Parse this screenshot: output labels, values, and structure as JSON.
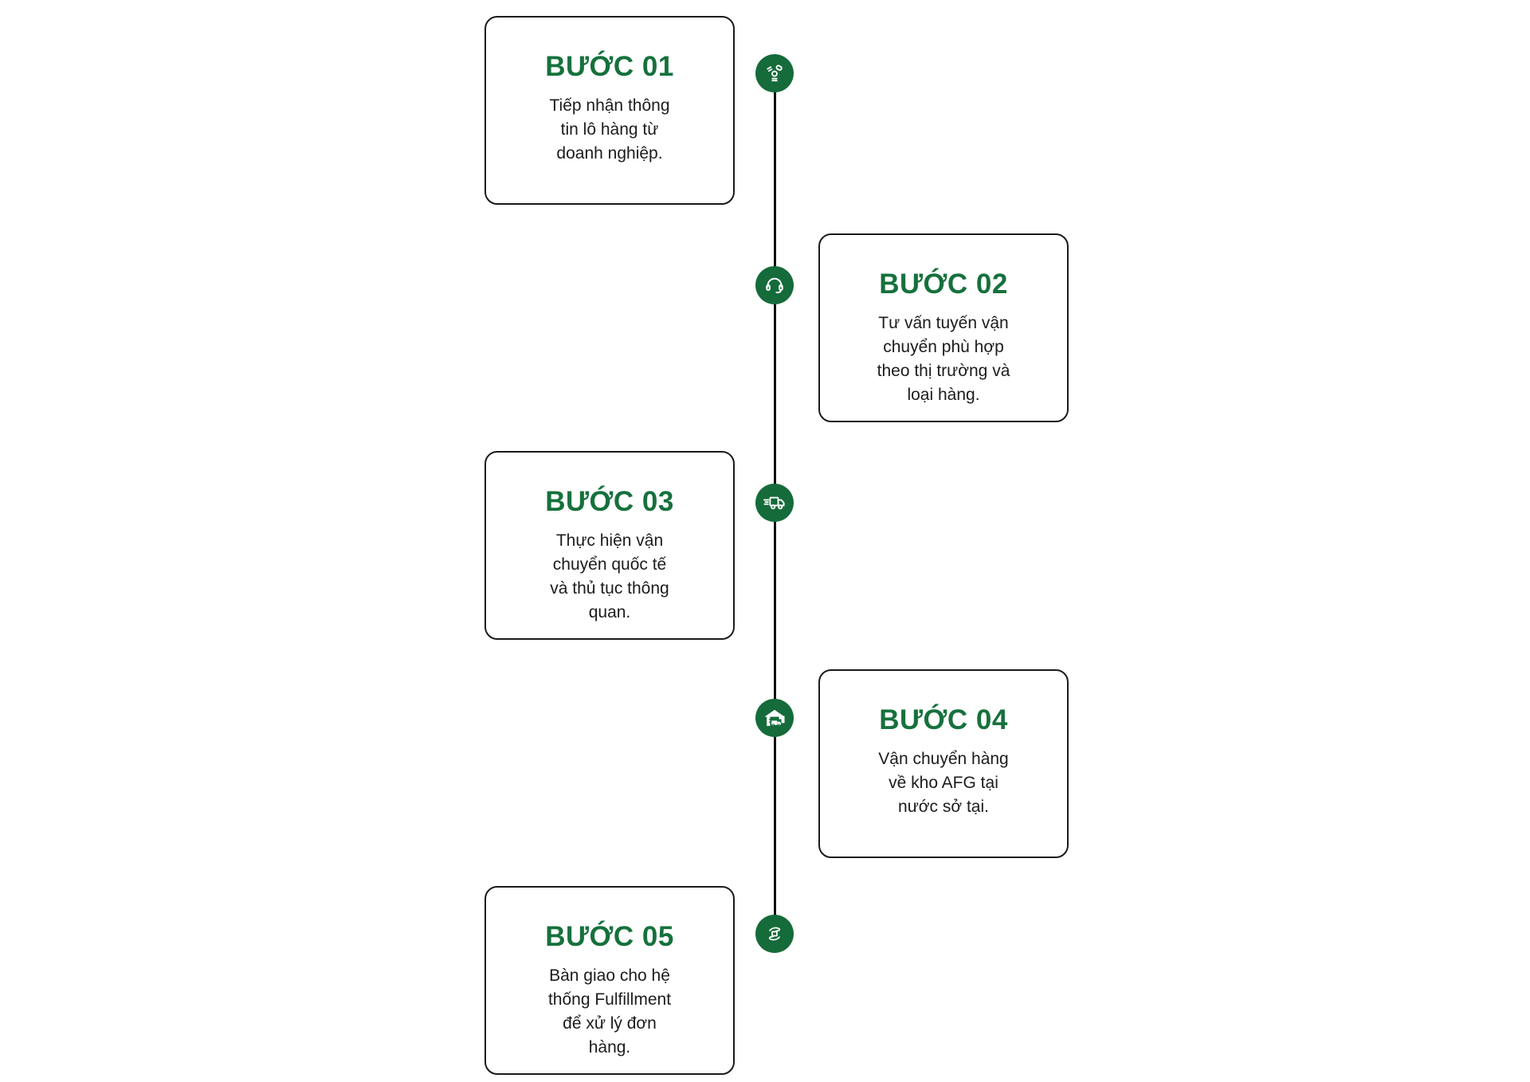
{
  "page": {
    "background": "#ffffff",
    "language": "vi",
    "description_of_graphic": "5-step logistics process timeline"
  },
  "colors": {
    "step_title_green": "#16713c",
    "icon_circle_green": "#156b3a",
    "connector_line": "#101010",
    "card_border": "#1a1a1a",
    "body_text": "#1c1c1c"
  },
  "timeline": {
    "steps": [
      {
        "title": "BƯỚC 01",
        "description": "Tiếp nhận thông\ntin lô hàng từ\ndoanh nghiệp.",
        "icon": "hub-signal-icon",
        "side": "left"
      },
      {
        "title": "BƯỚC 02",
        "description": "Tư vấn tuyến vận\nchuyển phù hợp\ntheo thị trường và\nloại hàng.",
        "icon": "headset-icon",
        "side": "right"
      },
      {
        "title": "BƯỚC 03",
        "description": "Thực hiện vận\nchuyển quốc tế\nvà thủ tục thông\nquan.",
        "icon": "fast-delivery-truck-icon",
        "side": "left"
      },
      {
        "title": "BƯỚC 04",
        "description": "Vận chuyển hàng\nvề kho AFG tại\nnước sở tại.",
        "icon": "warehouse-truck-icon",
        "side": "right"
      },
      {
        "title": "BƯỚC 05",
        "description": "Bàn giao cho hệ\nthống Fulfillment\nđể xử lý đơn\nhàng.",
        "icon": "handover-box-icon",
        "side": "left"
      }
    ]
  }
}
